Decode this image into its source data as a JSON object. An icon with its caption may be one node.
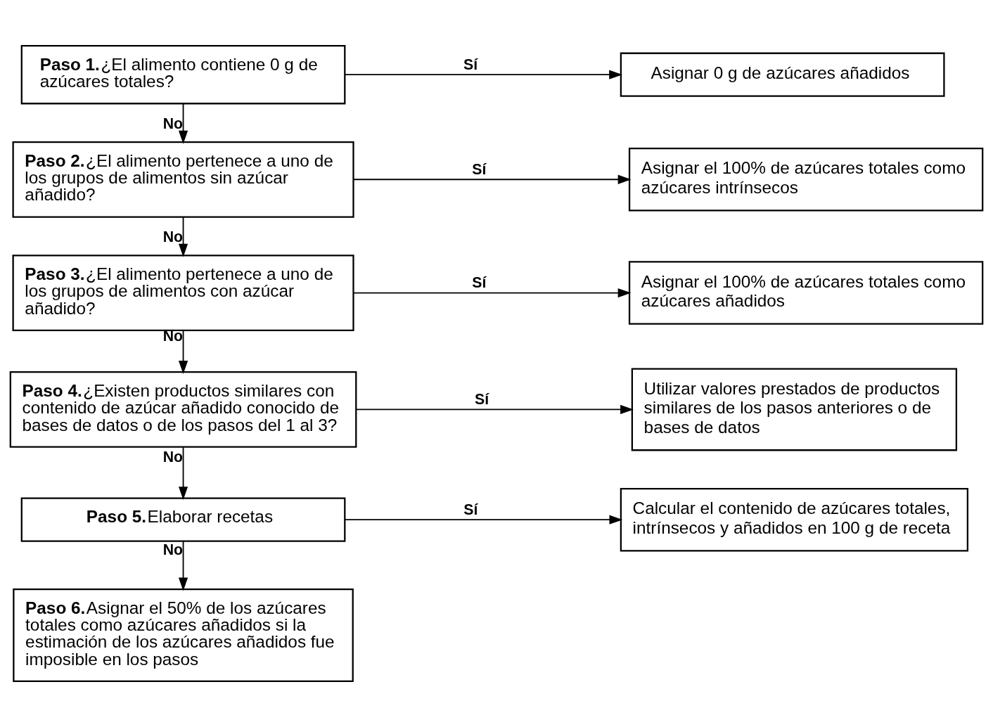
{
  "diagram": {
    "nodes": [
      {
        "text": [
          "Paso 1.",
          "¿El alimento contiene 0 g de azúcares totales?"
        ]
      },
      {
        "text": [
          "Asignar 0 g de azúcares añadidos"
        ]
      },
      {
        "text": [
          "Paso 2.",
          "¿El alimento pertenece a uno de los grupos de alimentos sin azúcar añadido?"
        ]
      },
      {
        "text": [
          "Asignar el 100% de azúcares totales como azúcares intrínsecos"
        ]
      },
      {
        "text": [
          "Paso 3.",
          "¿El alimento pertenece a uno de los grupos de alimentos con azúcar añadido?"
        ]
      },
      {
        "text": [
          "Asignar el 100% de azúcares totales como azúcares añadidos"
        ]
      },
      {
        "text": [
          "Paso 4.",
          "¿Existen productos similares con contenido de azúcar añadido conocido de bases de datos o de los pasos del 1 al 3?"
        ]
      },
      {
        "text": [
          "Utilizar valores prestados de productos similares de los pasos anteriores o de bases de datos"
        ]
      },
      {
        "text": [
          "Paso 5.",
          "Elaborar recetas"
        ]
      },
      {
        "text": [
          "Calcular el contenido de azúcares totales, intrínsecos y añadidos en 100 g de receta"
        ]
      },
      {
        "text": [
          "Paso 6.",
          "Asignar el 50% de los azúcares totales como azúcares añadidos si la estimación de los azúcares añadidos fue imposible en los pasos"
        ]
      }
    ],
    "edges": [
      {
        "from": 0,
        "to": 1,
        "arrow": "to",
        "label": "Sí"
      },
      {
        "from": 0,
        "to": 2,
        "arrow": "to",
        "label": "No"
      },
      {
        "from": 2,
        "to": 3,
        "arrow": "to",
        "label": "Sí"
      },
      {
        "from": 2,
        "to": 4,
        "arrow": "to",
        "label": "No"
      },
      {
        "from": 4,
        "to": 5,
        "arrow": "to",
        "label": "Sí"
      },
      {
        "from": 4,
        "to": 6,
        "arrow": "to",
        "label": "No"
      },
      {
        "from": 6,
        "to": 7,
        "arrow": "to",
        "label": "Sí"
      },
      {
        "from": 6,
        "to": 8,
        "arrow": "to",
        "label": "No"
      },
      {
        "from": 8,
        "to": 9,
        "arrow": "to",
        "label": "Sí"
      },
      {
        "from": 8,
        "to": 10,
        "arrow": "to",
        "label": "No"
      }
    ]
  }
}
